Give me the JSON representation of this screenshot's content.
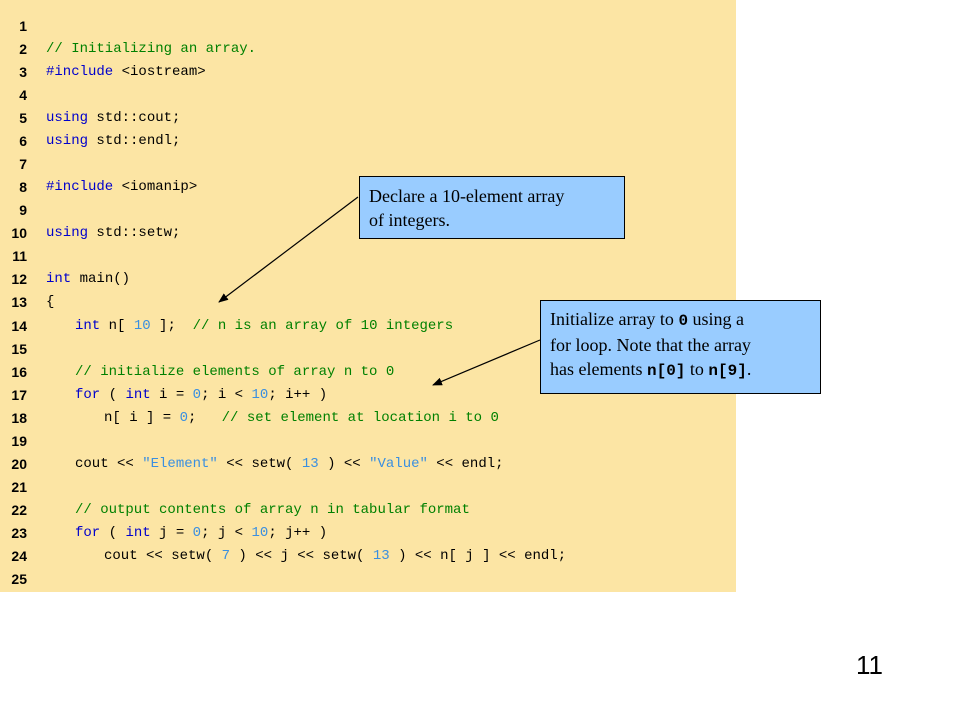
{
  "code_lines": [
    {
      "n": "1",
      "indent": 0,
      "tokens": []
    },
    {
      "n": "2",
      "indent": 0,
      "tokens": [
        {
          "t": "// Initializing an array.",
          "c": "cm"
        }
      ]
    },
    {
      "n": "3",
      "indent": 0,
      "tokens": [
        {
          "t": "#include",
          "c": "kw"
        },
        {
          "t": " <iostream>",
          "c": ""
        }
      ]
    },
    {
      "n": "4",
      "indent": 0,
      "tokens": []
    },
    {
      "n": "5",
      "indent": 0,
      "tokens": [
        {
          "t": "using",
          "c": "kw"
        },
        {
          "t": " std::cout;",
          "c": ""
        }
      ]
    },
    {
      "n": "6",
      "indent": 0,
      "tokens": [
        {
          "t": "using",
          "c": "kw"
        },
        {
          "t": " std::endl;",
          "c": ""
        }
      ]
    },
    {
      "n": "7",
      "indent": 0,
      "tokens": []
    },
    {
      "n": "8",
      "indent": 0,
      "tokens": [
        {
          "t": "#include",
          "c": "kw"
        },
        {
          "t": " <iomanip>",
          "c": ""
        }
      ]
    },
    {
      "n": "9",
      "indent": 0,
      "tokens": []
    },
    {
      "n": "10",
      "indent": 0,
      "tokens": [
        {
          "t": "using",
          "c": "kw"
        },
        {
          "t": " std::setw;",
          "c": ""
        }
      ]
    },
    {
      "n": "11",
      "indent": 0,
      "tokens": []
    },
    {
      "n": "12",
      "indent": 0,
      "tokens": [
        {
          "t": "int",
          "c": "kw"
        },
        {
          "t": " main()",
          "c": ""
        }
      ]
    },
    {
      "n": "13",
      "indent": 0,
      "tokens": [
        {
          "t": "{",
          "c": ""
        }
      ]
    },
    {
      "n": "14",
      "indent": 1,
      "tokens": [
        {
          "t": "int",
          "c": "kw"
        },
        {
          "t": " n[ ",
          "c": ""
        },
        {
          "t": "10",
          "c": "num"
        },
        {
          "t": " ];  ",
          "c": ""
        },
        {
          "t": "// n is an array of 10 integers",
          "c": "cm"
        }
      ]
    },
    {
      "n": "15",
      "indent": 0,
      "tokens": []
    },
    {
      "n": "16",
      "indent": 1,
      "tokens": [
        {
          "t": "// initialize elements of array n to 0",
          "c": "cm"
        }
      ]
    },
    {
      "n": "17",
      "indent": 1,
      "tokens": [
        {
          "t": "for",
          "c": "kw"
        },
        {
          "t": " ( ",
          "c": ""
        },
        {
          "t": "int",
          "c": "kw"
        },
        {
          "t": " i = ",
          "c": ""
        },
        {
          "t": "0",
          "c": "num"
        },
        {
          "t": "; i < ",
          "c": ""
        },
        {
          "t": "10",
          "c": "num"
        },
        {
          "t": "; i++ )",
          "c": ""
        }
      ]
    },
    {
      "n": "18",
      "indent": 2,
      "tokens": [
        {
          "t": "n[ i ] = ",
          "c": ""
        },
        {
          "t": "0",
          "c": "num"
        },
        {
          "t": ";   ",
          "c": ""
        },
        {
          "t": "// set element at location i to 0",
          "c": "cm"
        }
      ]
    },
    {
      "n": "19",
      "indent": 0,
      "tokens": []
    },
    {
      "n": "20",
      "indent": 1,
      "tokens": [
        {
          "t": "cout << ",
          "c": ""
        },
        {
          "t": "\"Element\"",
          "c": "str"
        },
        {
          "t": " << setw( ",
          "c": ""
        },
        {
          "t": "13",
          "c": "num"
        },
        {
          "t": " ) << ",
          "c": ""
        },
        {
          "t": "\"Value\"",
          "c": "str"
        },
        {
          "t": " << endl;",
          "c": ""
        }
      ]
    },
    {
      "n": "21",
      "indent": 0,
      "tokens": []
    },
    {
      "n": "22",
      "indent": 1,
      "tokens": [
        {
          "t": "// output contents of array n in tabular format",
          "c": "cm"
        }
      ]
    },
    {
      "n": "23",
      "indent": 1,
      "tokens": [
        {
          "t": "for",
          "c": "kw"
        },
        {
          "t": " ( ",
          "c": ""
        },
        {
          "t": "int",
          "c": "kw"
        },
        {
          "t": " j = ",
          "c": ""
        },
        {
          "t": "0",
          "c": "num"
        },
        {
          "t": "; j < ",
          "c": ""
        },
        {
          "t": "10",
          "c": "num"
        },
        {
          "t": "; j++ )",
          "c": ""
        }
      ]
    },
    {
      "n": "24",
      "indent": 2,
      "tokens": [
        {
          "t": "cout << setw( ",
          "c": ""
        },
        {
          "t": "7",
          "c": "num"
        },
        {
          "t": " ) << j << setw( ",
          "c": ""
        },
        {
          "t": "13",
          "c": "num"
        },
        {
          "t": " ) << n[ j ] << endl;",
          "c": ""
        }
      ]
    },
    {
      "n": "25",
      "indent": 0,
      "tokens": []
    }
  ],
  "callout1": {
    "line1": "Declare a 10-element array",
    "line2": "of integers."
  },
  "callout2": {
    "l1a": "Initialize array to ",
    "l1code": "0",
    "l1b": " using a",
    "l2": "for loop. Note that the array",
    "l3a": "has elements ",
    "l3code1": "n[0]",
    "l3b": " to ",
    "l3code2": "n[9]",
    "l3c": "."
  },
  "page_number": "11",
  "colors": {
    "code_background": "#FCE5A4",
    "callout_background": "#99CCFF",
    "keyword": "#0000CC",
    "comment": "#008000",
    "number": "#3A8FE0"
  }
}
